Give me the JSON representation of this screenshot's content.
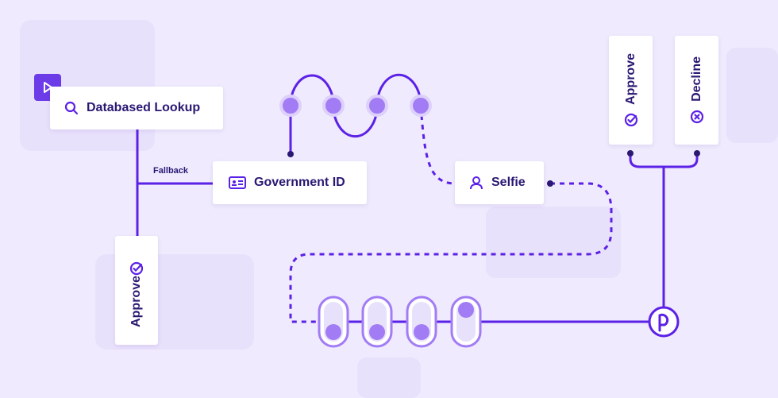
{
  "colors": {
    "accent": "#5b21e6",
    "node_fill": "#a27cf5",
    "text": "#2a1873",
    "background": "#efeafd"
  },
  "nodes": {
    "database_lookup": {
      "label": "Databased Lookup",
      "icon": "search-icon"
    },
    "government_id": {
      "label": "Government ID",
      "icon": "id-card-icon"
    },
    "selfie": {
      "label": "Selfie",
      "icon": "person-icon"
    },
    "approve_left": {
      "label": "Approve",
      "icon": "check-circle-icon"
    },
    "approve_top": {
      "label": "Approve",
      "icon": "check-circle-icon"
    },
    "decline_top": {
      "label": "Decline",
      "icon": "x-circle-icon"
    }
  },
  "edges": {
    "fallback_label": "Fallback"
  },
  "start_badge": {
    "icon": "play-icon"
  },
  "brand_badge": {
    "icon": "persona-logo-icon"
  },
  "toggles": {
    "states": [
      "down",
      "down",
      "down",
      "up"
    ]
  }
}
